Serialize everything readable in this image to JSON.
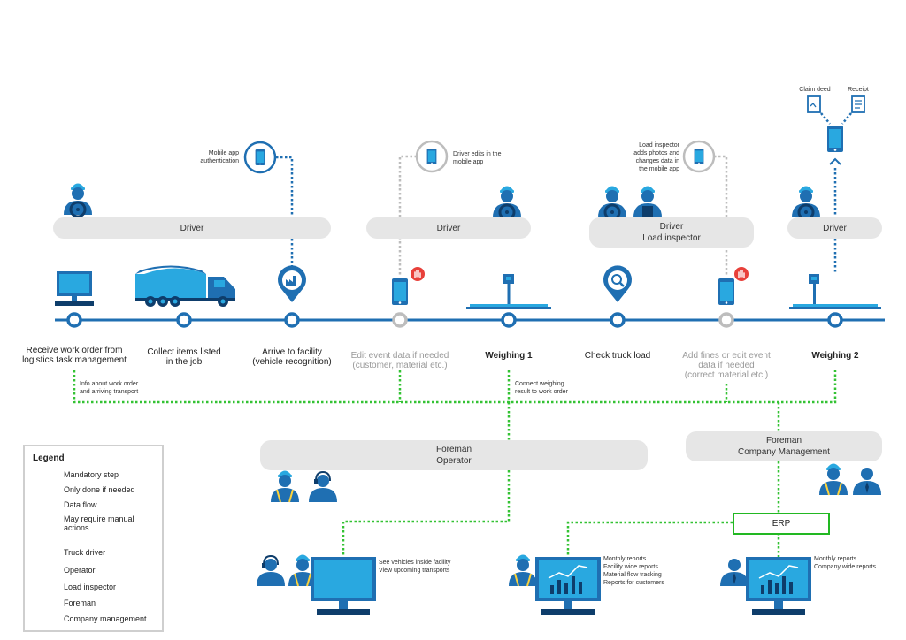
{
  "roles": {
    "driver_1": "Driver",
    "driver_2": "Driver",
    "driver_load_inspector": "Driver\nLoad inspector",
    "driver_3": "Driver",
    "foreman_operator": "Foreman\nOperator",
    "foreman_management": "Foreman\nCompany Management"
  },
  "steps": [
    {
      "label": "Receive work order from\nlogistics task management",
      "kind": "mandatory"
    },
    {
      "label": "Collect items listed\nin the job",
      "kind": "mandatory"
    },
    {
      "label": "Arrive to facility\n(vehicle recognition)",
      "kind": "mandatory"
    },
    {
      "label": "Edit event data if needed\n(customer, material etc.)",
      "kind": "optional"
    },
    {
      "label": "Weighing 1",
      "kind": "mandatory_bold"
    },
    {
      "label": "Check truck load",
      "kind": "mandatory"
    },
    {
      "label": "Add fines or edit event\ndata if needed\n(correct material etc.)",
      "kind": "optional"
    },
    {
      "label": "Weighing 2",
      "kind": "mandatory_bold"
    }
  ],
  "notes": {
    "mobile_auth": "Mobile app\nauthentication",
    "driver_edits": "Driver edits in the\nmobile app",
    "load_inspector_edits": "Load inspector\nadds photos and\nchanges data in\nthe mobile app",
    "claim_deed": "Claim deed",
    "receipt": "Receipt",
    "info_work_order": "Info about work order\nand arriving transport",
    "connect_weighing": "Connect weighing\nresult to work order",
    "operator_screen": "See vehicles inside facility\nView upcoming transports",
    "foreman_screen": "Monthly reports\nFacility wide reports\nMaterial flow tracking\nReports for customers",
    "management_screen": "Monthly reports\nCompany wide reports"
  },
  "erp": "ERP",
  "legend": {
    "title": "Legend",
    "items": [
      {
        "label": "Mandatory step",
        "symbol": "blue-dotted-line"
      },
      {
        "label": "Only done if needed",
        "symbol": "grey-dotted-line"
      },
      {
        "label": "Data flow",
        "symbol": "green-dotted-line"
      },
      {
        "label": "May require manual\nactions",
        "symbol": "red-hand-icon"
      },
      {
        "label": "Truck driver",
        "symbol": "truck-driver-icon"
      },
      {
        "label": "Operator",
        "symbol": "operator-icon"
      },
      {
        "label": "Load inspector",
        "symbol": "load-inspector-icon"
      },
      {
        "label": "Foreman",
        "symbol": "foreman-icon"
      },
      {
        "label": "Company management",
        "symbol": "company-management-icon"
      }
    ]
  },
  "colors": {
    "primary_blue": "#1f6fb2",
    "light_blue": "#29a8e0",
    "dark_navy": "#0e3d6b",
    "grey": "#bdbdbd",
    "green": "#33c233",
    "red": "#e8403a",
    "role_bg": "#e6e6e6"
  }
}
